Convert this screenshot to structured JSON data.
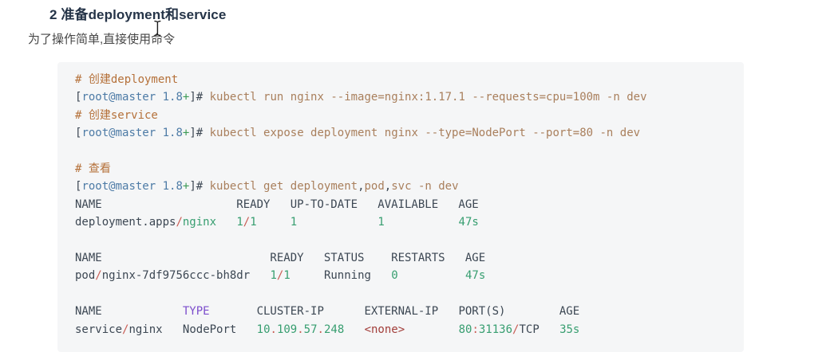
{
  "heading": {
    "text": "2 准备deployment和service"
  },
  "paragraph": {
    "text": "为了操作简单,直接使用命令"
  },
  "icons": {
    "cursor": "text-cursor-icon"
  },
  "colors": {
    "heading": "#253448",
    "paragraph": "#474747",
    "code_background": "#f5f6f7",
    "plain": "#3c4753",
    "comment": "#b5713a",
    "command": "#a97f5c",
    "blue": "#4d7ba6",
    "green": "#3c9a55",
    "teal": "#379e70",
    "red": "#c95c54",
    "darkred": "#a23e3a",
    "purple": "#7c4dcc"
  },
  "code": {
    "lines": [
      {
        "segments": [
          {
            "t": "# 创建deployment",
            "c": "comment"
          }
        ]
      },
      {
        "segments": [
          {
            "t": "[",
            "c": "plain"
          },
          {
            "t": "root@master",
            "c": "blue"
          },
          {
            "t": " ",
            "c": "plain"
          },
          {
            "t": "1.8",
            "c": "blue"
          },
          {
            "t": "+",
            "c": "green"
          },
          {
            "t": "]# ",
            "c": "plain"
          },
          {
            "t": "kubectl run nginx --image=nginx:1.17.1 --requests=cpu=100m -n dev",
            "c": "command"
          }
        ]
      },
      {
        "segments": [
          {
            "t": "# 创建service",
            "c": "comment"
          }
        ]
      },
      {
        "segments": [
          {
            "t": "[",
            "c": "plain"
          },
          {
            "t": "root@master",
            "c": "blue"
          },
          {
            "t": " ",
            "c": "plain"
          },
          {
            "t": "1.8",
            "c": "blue"
          },
          {
            "t": "+",
            "c": "green"
          },
          {
            "t": "]# ",
            "c": "plain"
          },
          {
            "t": "kubectl expose deployment nginx --type=NodePort --port=80 -n dev",
            "c": "command"
          }
        ]
      },
      {
        "segments": []
      },
      {
        "segments": [
          {
            "t": "# 查看",
            "c": "comment"
          }
        ]
      },
      {
        "segments": [
          {
            "t": "[",
            "c": "plain"
          },
          {
            "t": "root@master",
            "c": "blue"
          },
          {
            "t": " ",
            "c": "plain"
          },
          {
            "t": "1.8",
            "c": "blue"
          },
          {
            "t": "+",
            "c": "green"
          },
          {
            "t": "]# ",
            "c": "plain"
          },
          {
            "t": "kubectl get deployment",
            "c": "command"
          },
          {
            "t": ",",
            "c": "plain"
          },
          {
            "t": "pod",
            "c": "command"
          },
          {
            "t": ",",
            "c": "plain"
          },
          {
            "t": "svc -n dev",
            "c": "command"
          }
        ]
      },
      {
        "segments": [
          {
            "t": "NAME                    READY   UP-TO-DATE   AVAILABLE   AGE",
            "c": "plain"
          }
        ]
      },
      {
        "segments": [
          {
            "t": "deployment.apps",
            "c": "plain"
          },
          {
            "t": "/",
            "c": "red"
          },
          {
            "t": "nginx",
            "c": "teal"
          },
          {
            "t": "   ",
            "c": "plain"
          },
          {
            "t": "1",
            "c": "teal"
          },
          {
            "t": "/",
            "c": "red"
          },
          {
            "t": "1",
            "c": "teal"
          },
          {
            "t": "     ",
            "c": "plain"
          },
          {
            "t": "1",
            "c": "teal"
          },
          {
            "t": "            ",
            "c": "plain"
          },
          {
            "t": "1",
            "c": "teal"
          },
          {
            "t": "           ",
            "c": "plain"
          },
          {
            "t": "47s",
            "c": "teal"
          }
        ]
      },
      {
        "segments": []
      },
      {
        "segments": [
          {
            "t": "NAME                         READY   STATUS    RESTARTS   AGE",
            "c": "plain"
          }
        ]
      },
      {
        "segments": [
          {
            "t": "pod",
            "c": "plain"
          },
          {
            "t": "/",
            "c": "red"
          },
          {
            "t": "nginx-7df9756ccc-bh8dr",
            "c": "plain"
          },
          {
            "t": "   ",
            "c": "plain"
          },
          {
            "t": "1",
            "c": "teal"
          },
          {
            "t": "/",
            "c": "red"
          },
          {
            "t": "1",
            "c": "teal"
          },
          {
            "t": "     ",
            "c": "plain"
          },
          {
            "t": "Running",
            "c": "plain"
          },
          {
            "t": "   ",
            "c": "plain"
          },
          {
            "t": "0",
            "c": "teal"
          },
          {
            "t": "          ",
            "c": "plain"
          },
          {
            "t": "47s",
            "c": "teal"
          }
        ]
      },
      {
        "segments": []
      },
      {
        "segments": [
          {
            "t": "NAME            ",
            "c": "plain"
          },
          {
            "t": "TYPE",
            "c": "purple"
          },
          {
            "t": "       CLUSTER-IP      EXTERNAL-IP   PORT(S)        AGE",
            "c": "plain"
          }
        ]
      },
      {
        "segments": [
          {
            "t": "service",
            "c": "plain"
          },
          {
            "t": "/",
            "c": "red"
          },
          {
            "t": "nginx",
            "c": "plain"
          },
          {
            "t": "   ",
            "c": "plain"
          },
          {
            "t": "NodePort",
            "c": "plain"
          },
          {
            "t": "   ",
            "c": "plain"
          },
          {
            "t": "10",
            "c": "teal"
          },
          {
            "t": ".",
            "c": "red"
          },
          {
            "t": "109",
            "c": "teal"
          },
          {
            "t": ".",
            "c": "red"
          },
          {
            "t": "57",
            "c": "teal"
          },
          {
            "t": ".",
            "c": "red"
          },
          {
            "t": "248",
            "c": "teal"
          },
          {
            "t": "   ",
            "c": "plain"
          },
          {
            "t": "<none>",
            "c": "darkred"
          },
          {
            "t": "        ",
            "c": "plain"
          },
          {
            "t": "80",
            "c": "teal"
          },
          {
            "t": ":",
            "c": "red"
          },
          {
            "t": "31136",
            "c": "teal"
          },
          {
            "t": "/",
            "c": "red"
          },
          {
            "t": "TCP",
            "c": "plain"
          },
          {
            "t": "   ",
            "c": "plain"
          },
          {
            "t": "35s",
            "c": "teal"
          }
        ]
      }
    ]
  }
}
